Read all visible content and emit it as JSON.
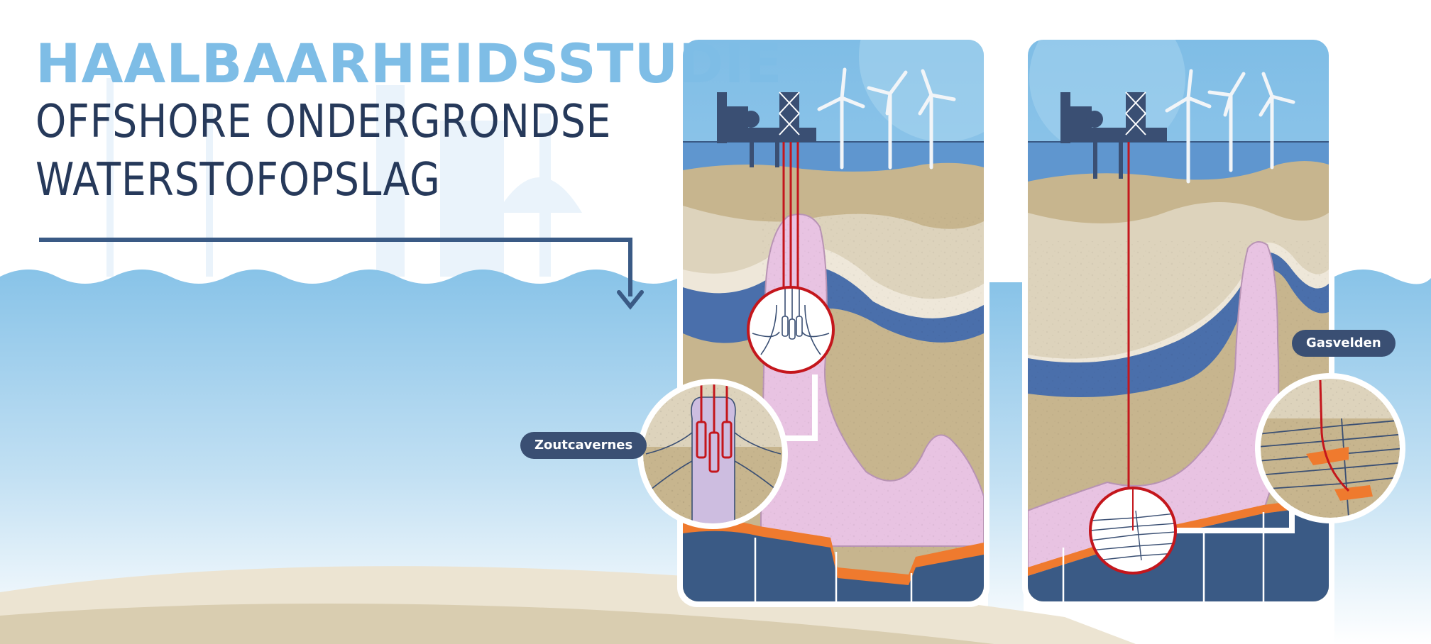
{
  "title": {
    "line1": "HAALBAARHEIDSSTUDIE",
    "line2": "OFFSHORE ONDERGRONDSE",
    "line3": "WATERSTOFOPSLAG"
  },
  "labels": {
    "salt_caverns": "Zoutcavernes",
    "gas_fields": "Gasvelden"
  },
  "colors": {
    "sky": "#8cc6ea",
    "sea": "#5f96cf",
    "navy": "#3a4f73",
    "title_light": "#7ebde6",
    "title_dark": "#26395a",
    "salt": "#e8c3e2",
    "pipe": "#c4161c",
    "hot_layer": "#ef7a2e",
    "sand_dark": "#c7b58e",
    "sand_light": "#ddd3bc",
    "cream": "#eee7d9",
    "aquifer": "#4a6fab"
  },
  "icons": {
    "arrow": "arrow-down-icon",
    "platform": "gas-platform-icon",
    "wind": "wind-turbine-icon"
  }
}
